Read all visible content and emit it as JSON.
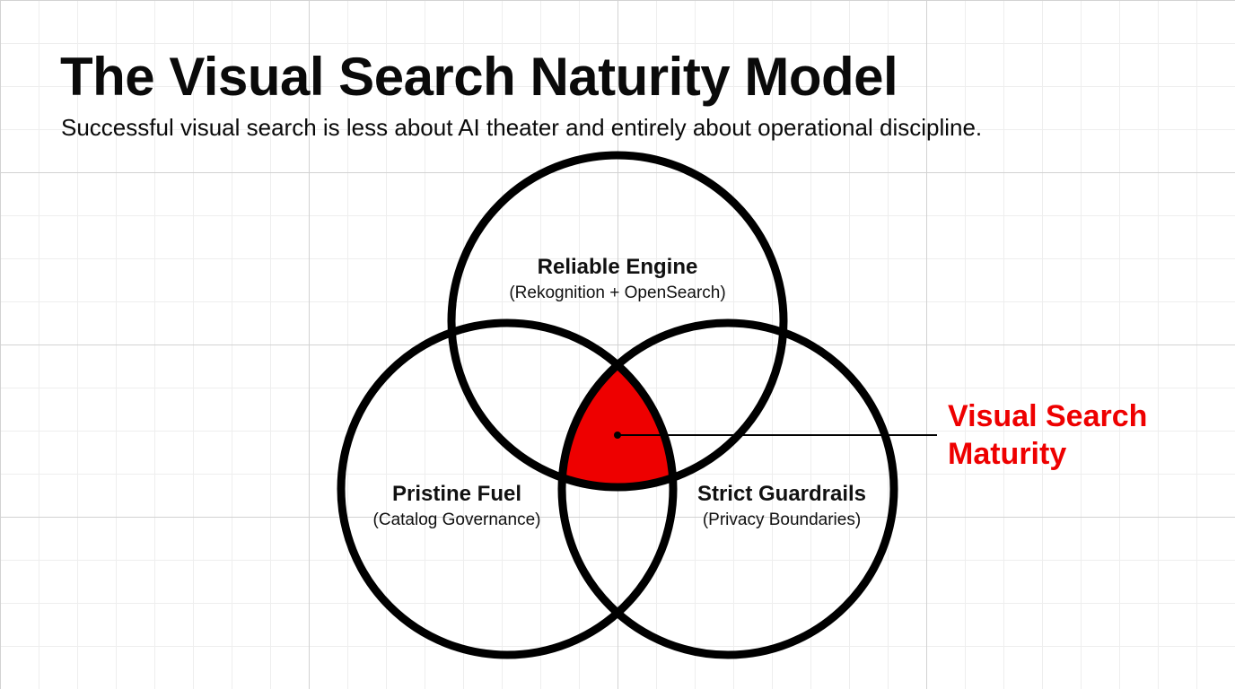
{
  "header": {
    "title": "The Visual Search Naturity Model",
    "subtitle": "Successful visual search is less about AI theater and entirely about operational discipline."
  },
  "venn": {
    "circles": [
      {
        "id": "engine",
        "title": "Reliable Engine",
        "detail": "(Rekognition + OpenSearch)"
      },
      {
        "id": "fuel",
        "title": "Pristine Fuel",
        "detail": "(Catalog Governance)"
      },
      {
        "id": "guardrails",
        "title": "Strict Guardrails",
        "detail": "(Privacy Boundaries)"
      }
    ],
    "intersection": {
      "label_line1": "Visual Search",
      "label_line2": "Maturity"
    }
  },
  "colors": {
    "accent": "#ee0000",
    "outline": "#000000",
    "text": "#0a0a0a"
  }
}
